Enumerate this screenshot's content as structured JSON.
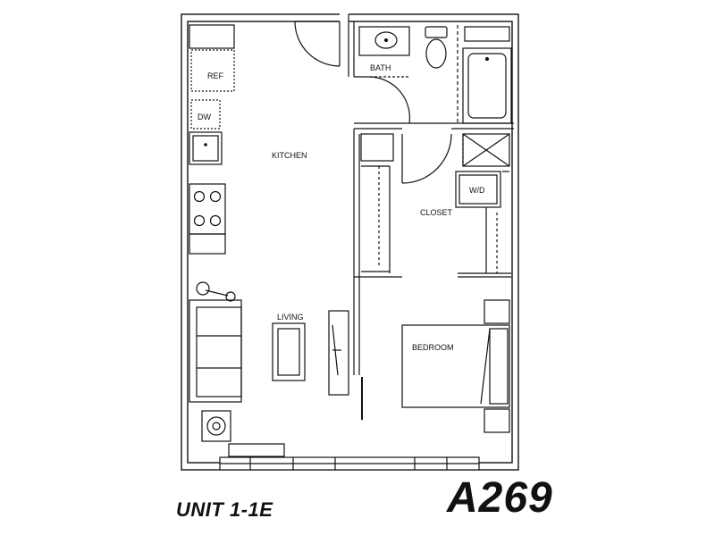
{
  "rooms": {
    "ref": "REF",
    "dw": "DW",
    "kitchen": "KITCHEN",
    "bath": "BATH",
    "wd": "W/D",
    "closet": "CLOSET",
    "living": "LIVING",
    "bedroom": "BEDROOM"
  },
  "unit_label": "UNIT 1-1E",
  "plan_code": "A269"
}
